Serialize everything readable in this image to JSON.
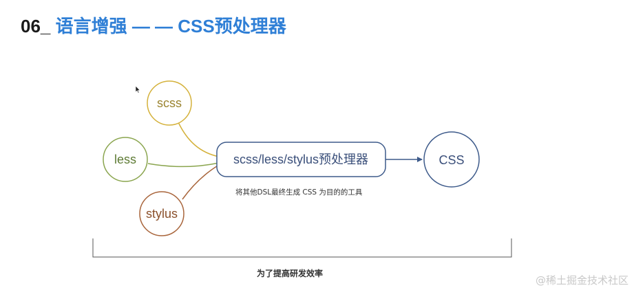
{
  "title": {
    "prefix": "06_",
    "text": " 语言增强 — — CSS预处理器"
  },
  "diagram": {
    "inputs": [
      {
        "label": "scss",
        "color": "#d4b13a"
      },
      {
        "label": "less",
        "color": "#8aa54e"
      },
      {
        "label": "stylus",
        "color": "#a8643a"
      }
    ],
    "processor": {
      "label": "scss/less/stylus预处理器",
      "color": "#3d5a8a"
    },
    "output": {
      "label": "CSS",
      "color": "#3d5a8a"
    },
    "processor_caption": "将其他DSL最终生成 CSS 为目的的工具",
    "bracket_caption": "为了提高研发效率"
  },
  "watermark": "@稀土掘金技术社区"
}
